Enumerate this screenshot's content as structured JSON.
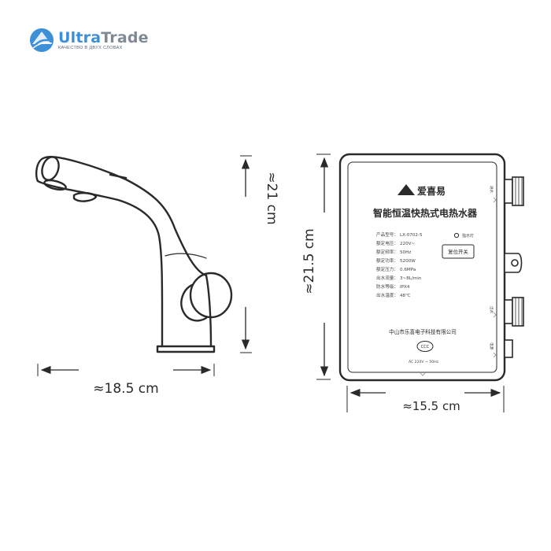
{
  "brand": {
    "name_part1": "Ultra",
    "name_part2": "Trade",
    "tagline": "КАЧЕСТВО В ДВУХ СЛОВАХ",
    "accent_color": "#3d8fd8",
    "secondary_color": "#7f8a94"
  },
  "dimensions": {
    "faucet_height": "≈21 cm",
    "faucet_width": "≈18.5 cm",
    "heater_height": "≈21.5 cm",
    "heater_width": "≈15.5 cm"
  },
  "heater": {
    "brand_name": "爱喜易",
    "title": "智能恒温快热式电热水器",
    "specs": [
      {
        "label": "产品型号：",
        "value": "LX-0702-5"
      },
      {
        "label": "额定电压：",
        "value": "220V~"
      },
      {
        "label": "额定频率：",
        "value": "50Hz"
      },
      {
        "label": "额定功率：",
        "value": "5200W"
      },
      {
        "label": "额定压力：",
        "value": "0.6MPa"
      },
      {
        "label": "出水流量：",
        "value": "3~8L/min"
      },
      {
        "label": "防水等级：",
        "value": "IPX4"
      },
      {
        "label": "出水温度：",
        "value": "48℃"
      }
    ],
    "indicator_label": "指示灯",
    "reset_button": "复位开关",
    "company": "中山市乐喜电子科技有限公司",
    "certification": "CCC",
    "power_label": "AC 220V ~ 50Hz",
    "side_labels": [
      "进水",
      "出水",
      "电源"
    ]
  }
}
